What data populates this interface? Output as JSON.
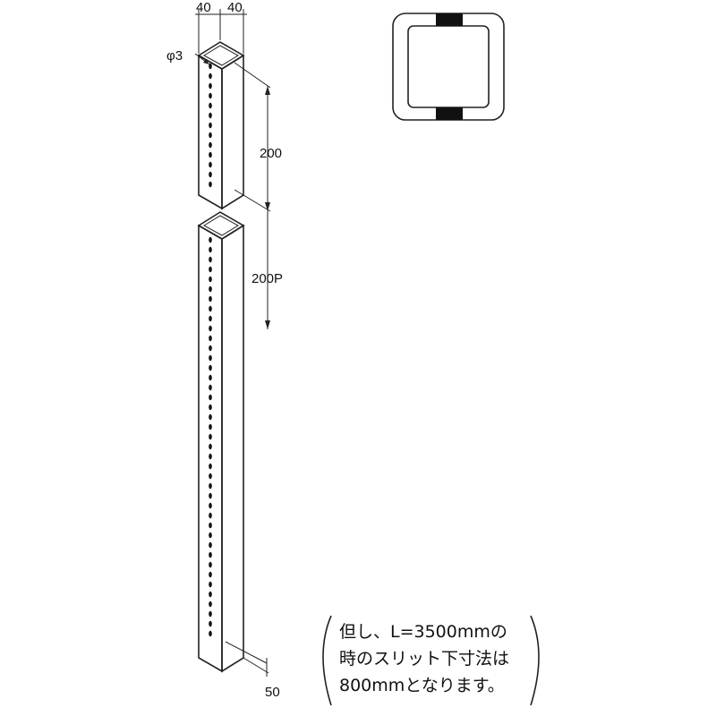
{
  "dimensions": {
    "width_left": "40",
    "width_right": "40",
    "hole_diameter": "φ3",
    "pitch_length": "200",
    "pitch_label": "200P",
    "bottom_offset": "50"
  },
  "note": {
    "line1": "但し、L=3500mmの",
    "line2": "時のスリット下寸法は",
    "line3": "800mmとなります。"
  }
}
